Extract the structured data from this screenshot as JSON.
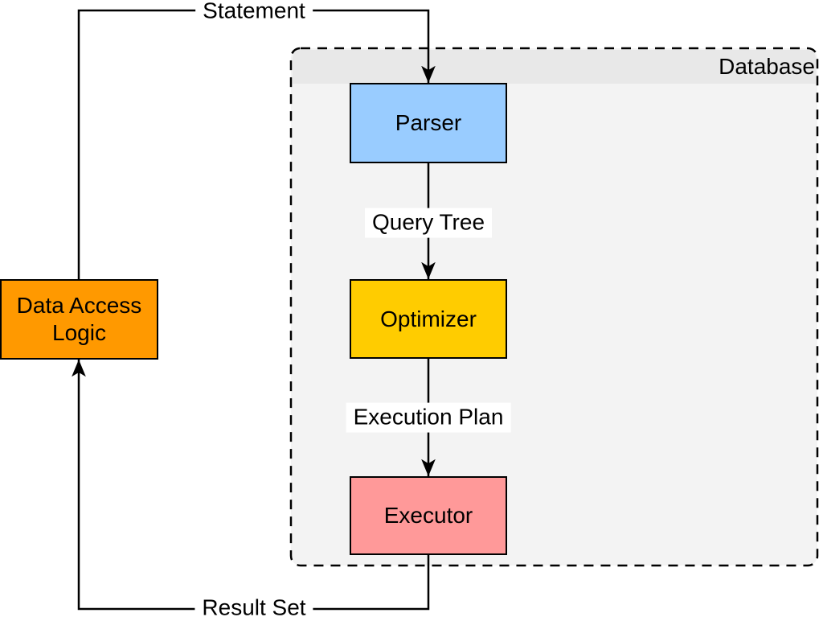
{
  "diagram": {
    "type": "flowchart",
    "nodes": {
      "database": {
        "label": "Database",
        "fill": "#F3F3F3",
        "header_fill": "#E8E8E8",
        "border_style": "dashed"
      },
      "parser": {
        "label": "Parser",
        "fill": "#99CCFF"
      },
      "optimizer": {
        "label": "Optimizer",
        "fill": "#FFCC00"
      },
      "executor": {
        "label": "Executor",
        "fill": "#FF9999"
      },
      "data_access_logic": {
        "label": "Data Access Logic",
        "fill": "#FF9900"
      }
    },
    "edges": [
      {
        "from": "data_access_logic",
        "to": "parser",
        "label": "Statement"
      },
      {
        "from": "parser",
        "to": "optimizer",
        "label": "Query Tree"
      },
      {
        "from": "optimizer",
        "to": "executor",
        "label": "Execution Plan"
      },
      {
        "from": "executor",
        "to": "data_access_logic",
        "label": "Result Set"
      }
    ],
    "colors": {
      "line": "#000000",
      "text": "#000000",
      "background": "#FFFFFF"
    }
  }
}
